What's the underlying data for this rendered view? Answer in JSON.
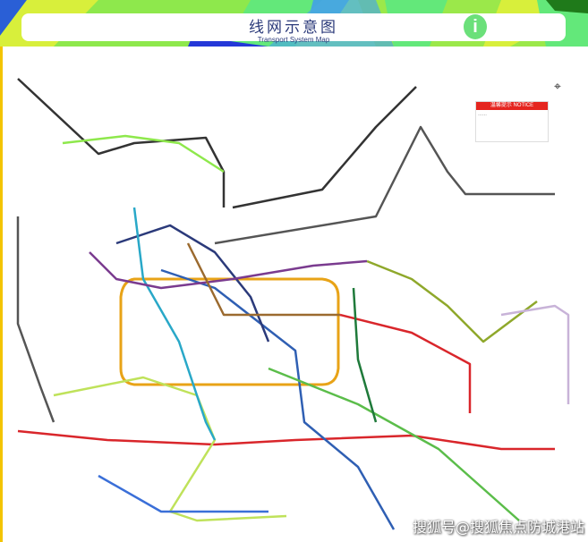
{
  "header": {
    "title_cn": "线网示意图",
    "title_en": "Transport System Map",
    "info_icon": "info-icon"
  },
  "notice": {
    "title": "温馨提示 NOTICE",
    "body": "……"
  },
  "compass": "⌖",
  "watermark": "搜狐号@搜狐焦点防城港站",
  "colors": {
    "ring": "#e8a317",
    "red": "#d9262b",
    "blue": "#2f5fb3",
    "green": "#5bbd4a",
    "gray": "#333333",
    "olive": "#8fa82b",
    "lime": "#bfe25a",
    "teal": "#29a8c8"
  }
}
